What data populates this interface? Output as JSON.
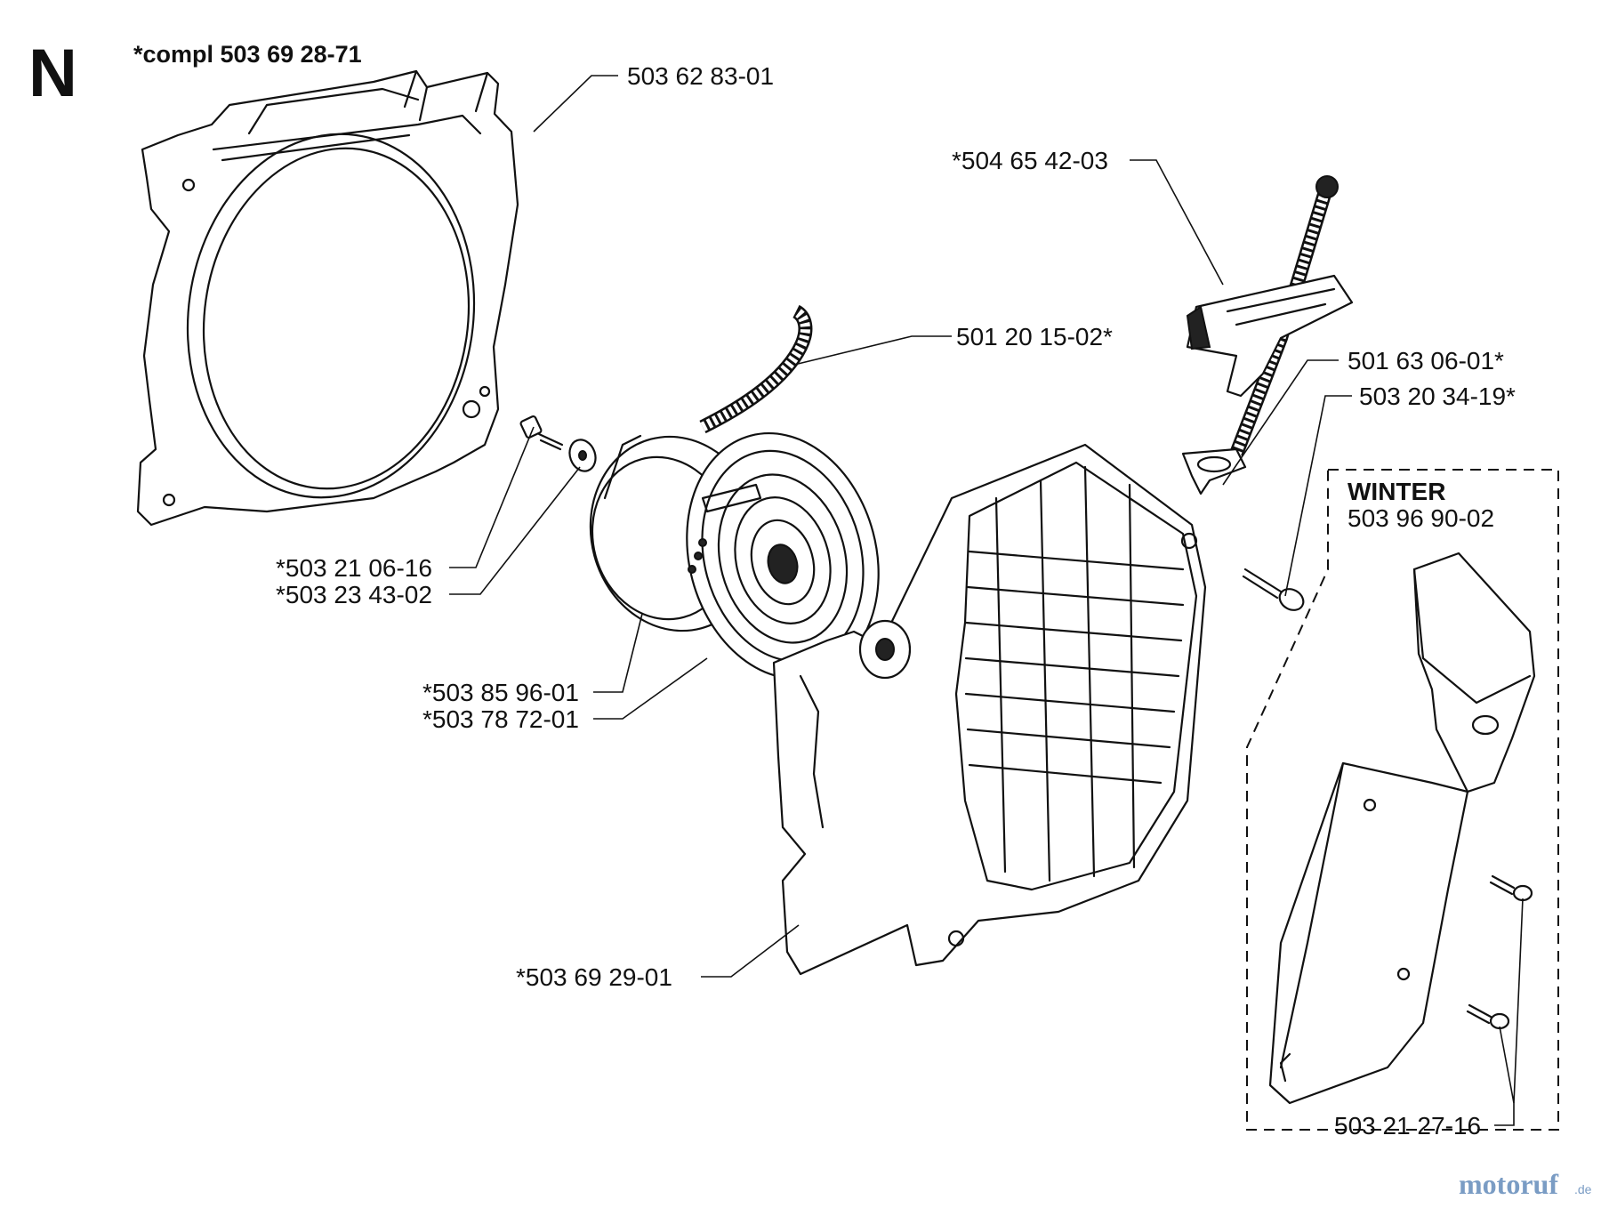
{
  "section_letter": "N",
  "assembly_label": "*compl 503 69 28-71",
  "parts": {
    "fan_housing": "503 62 83-01",
    "handle": "*504 65 42-03",
    "rope": "501 20 15-02*",
    "rope_guide": "501 63 06-01*",
    "guide_screw": "503 20 34-19*",
    "center_screw": "*503 21 06-16",
    "washer": "*503 23 43-02",
    "pulley": "*503 85 96-01",
    "spring": "*503 78 72-01",
    "starter_cover": "*503 69 29-01",
    "winter_screws": "503 21 27-16"
  },
  "winter_kit": {
    "title": "WINTER",
    "number": "503 96 90-02"
  },
  "watermark": {
    "brand": "motoruf",
    "tld": ".de"
  }
}
